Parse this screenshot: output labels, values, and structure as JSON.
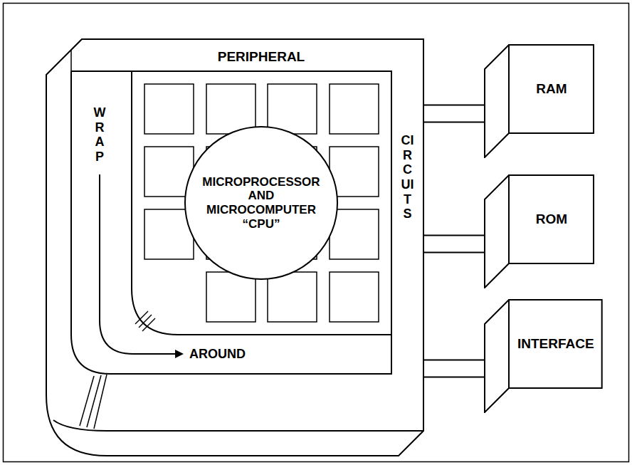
{
  "diagram": {
    "nodes": [
      {
        "text": [
          "PERIPHERAL",
          "CIRCUITS"
        ]
      },
      {
        "text": [
          "MICROPROCESSOR AND MICROCOMPUTER “CPU”"
        ],
        "in": 0
      },
      {
        "text": [
          "RAM"
        ]
      },
      {
        "text": [
          "ROM"
        ]
      },
      {
        "text": [
          "INTERFACE"
        ]
      }
    ],
    "edges": [
      {
        "from": 0,
        "to": 2,
        "arrow": "none"
      },
      {
        "from": 0,
        "to": 3,
        "arrow": "none"
      },
      {
        "from": 0,
        "to": 4,
        "arrow": "none"
      }
    ],
    "labels": [
      "WRAP",
      "AROUND"
    ]
  }
}
